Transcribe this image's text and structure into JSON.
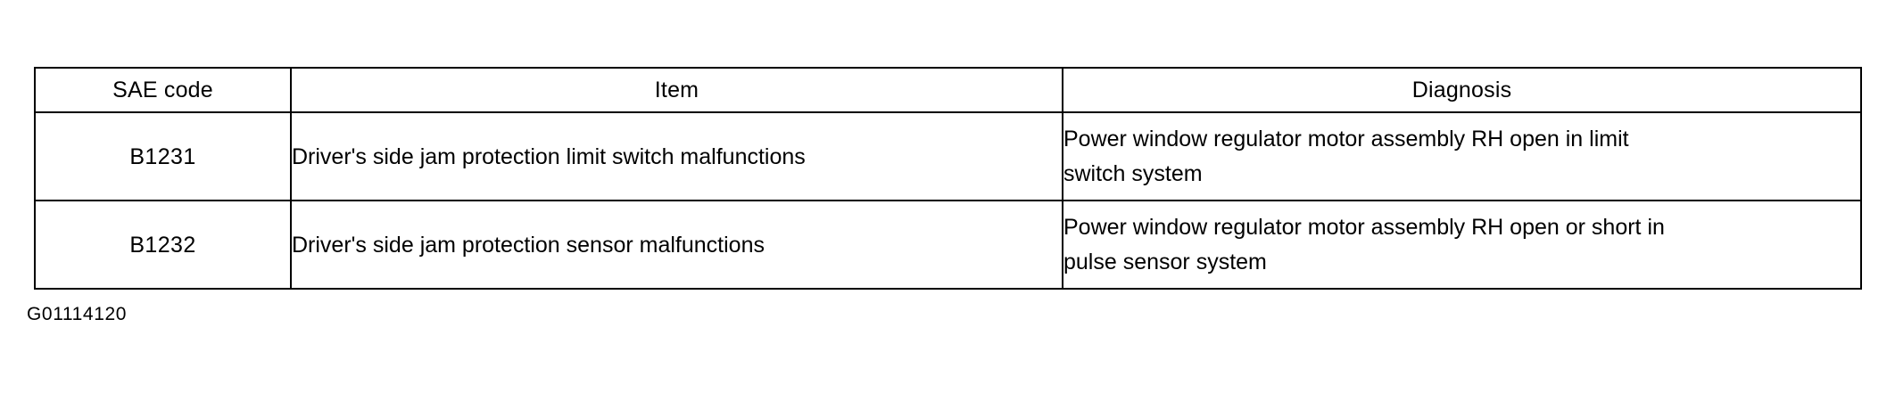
{
  "table": {
    "headers": [
      "SAE code",
      "Item",
      "Diagnosis"
    ],
    "rows": [
      {
        "sae_code": "B1231",
        "item": "Driver's side jam protection limit switch malfunctions",
        "diagnosis_lines": [
          "Power window regulator motor assembly RH open in limit",
          "switch system"
        ]
      },
      {
        "sae_code": "B1232",
        "item": "Driver's side jam protection sensor malfunctions",
        "diagnosis_lines": [
          "Power window regulator motor assembly RH open or short in",
          "pulse sensor system"
        ]
      }
    ]
  },
  "caption": "G01114120"
}
